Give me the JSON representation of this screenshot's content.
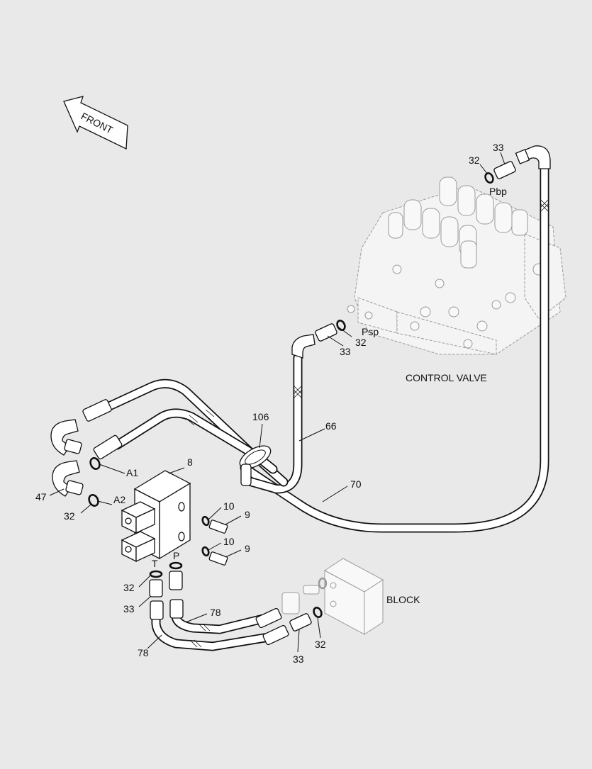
{
  "diagram": {
    "labels": {
      "front": "FRONT",
      "control_valve": "CONTROL VALVE",
      "block": "BLOCK",
      "port_pbp": "Pbp",
      "port_psp": "Psp",
      "port_a1": "A1",
      "port_a2": "A2",
      "port_t": "T",
      "port_p": "P"
    },
    "callouts": {
      "c32_pbp": "32",
      "c33_pbp": "33",
      "c33_psp": "33",
      "c32_psp": "32",
      "c106": "106",
      "c66": "66",
      "c70": "70",
      "c8": "8",
      "c47": "47",
      "c32_a2": "32",
      "c10_top": "10",
      "c9_top": "9",
      "c10_bot": "10",
      "c9_bot": "9",
      "c32_t": "32",
      "c33_t": "33",
      "c78_right": "78",
      "c78_left": "78",
      "c33_block": "33",
      "c32_block": "32"
    }
  }
}
